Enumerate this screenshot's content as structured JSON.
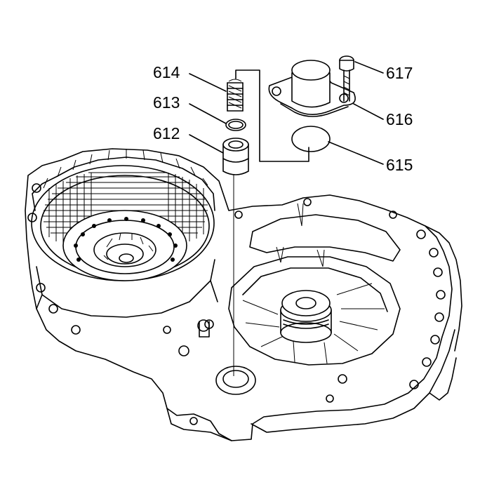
{
  "callouts": [
    {
      "id": "614",
      "label": "614"
    },
    {
      "id": "613",
      "label": "613"
    },
    {
      "id": "612",
      "label": "612"
    },
    {
      "id": "617",
      "label": "617"
    },
    {
      "id": "616",
      "label": "616"
    },
    {
      "id": "615",
      "label": "615"
    }
  ],
  "colors": {
    "ink": "#000000",
    "paper": "#ffffff"
  }
}
